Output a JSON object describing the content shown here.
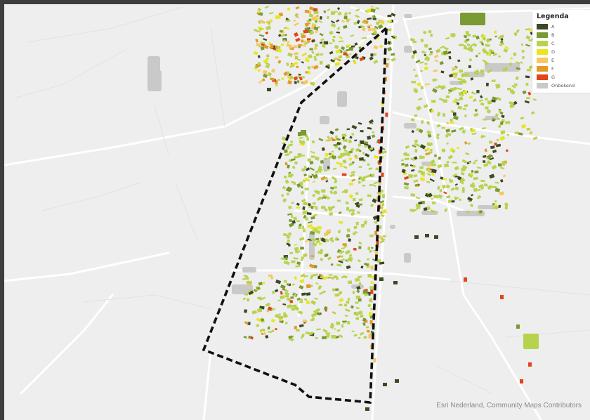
{
  "legend": {
    "title": "Legenda",
    "items": [
      {
        "label": "A",
        "color": "#3b4a22"
      },
      {
        "label": "B",
        "color": "#7a9a34"
      },
      {
        "label": "C",
        "color": "#b7d34e"
      },
      {
        "label": "D",
        "color": "#e8e61e"
      },
      {
        "label": "E",
        "color": "#f6c766"
      },
      {
        "label": "F",
        "color": "#e39a28"
      },
      {
        "label": "G",
        "color": "#e2441b"
      },
      {
        "label": "Onbekend",
        "color": "#c9c9c9"
      }
    ]
  },
  "attribution": "Esri Nederland, Community Maps Contributors",
  "colors": {
    "background": "#eeeeee",
    "road": "#ffffff",
    "boundary": "#111111",
    "frame": "#3d3d3d"
  }
}
